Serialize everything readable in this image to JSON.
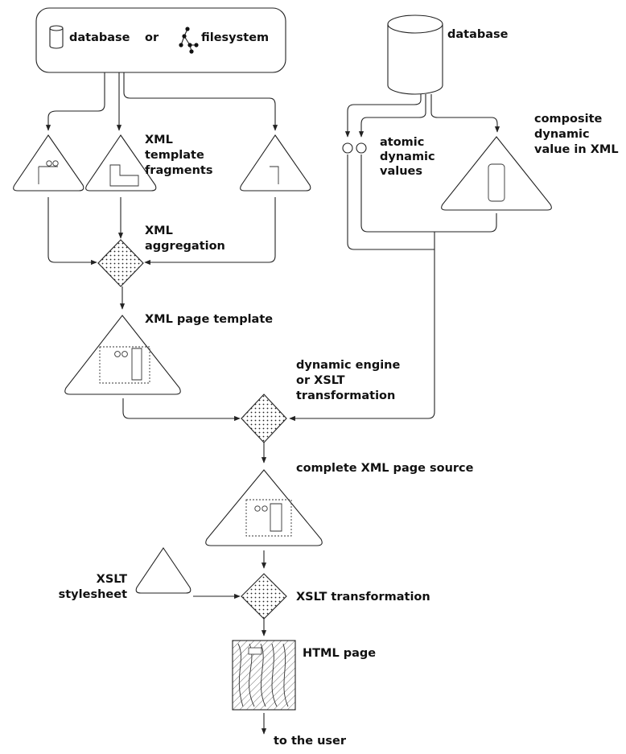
{
  "labels": {
    "database_or_filesystem": {
      "database": "database",
      "or": "or",
      "filesystem": "filesystem"
    },
    "database": "database",
    "xml_template_fragments": [
      "XML",
      "template",
      "fragments"
    ],
    "atomic_dynamic_values": [
      "atomic",
      "dynamic",
      "values"
    ],
    "composite_dynamic_value": [
      "composite",
      "dynamic",
      "value in XML"
    ],
    "xml_aggregation": [
      "XML",
      "aggregation"
    ],
    "xml_page_template": "XML page template",
    "dynamic_engine": [
      "dynamic engine",
      "or XSLT",
      "transformation"
    ],
    "complete_xml_page_source": "complete XML page source",
    "xslt_stylesheet": [
      "XSLT",
      "stylesheet"
    ],
    "xslt_transformation": "XSLT transformation",
    "html_page": "HTML page",
    "to_the_user": "to the user"
  },
  "colors": {
    "ink": "#222222",
    "background": "#ffffff"
  }
}
